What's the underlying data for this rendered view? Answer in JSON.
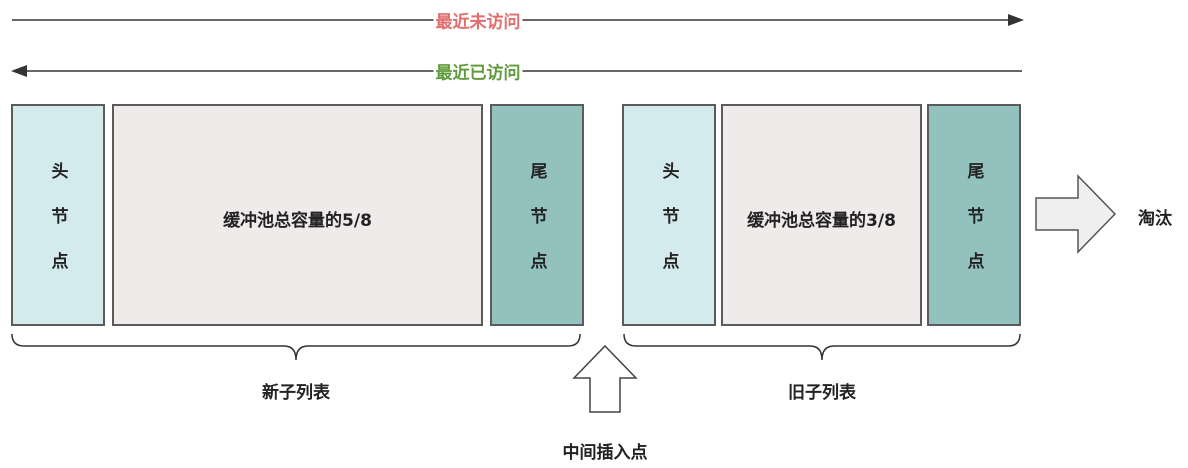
{
  "top_arrows": {
    "unvisited_label": "最近未访问",
    "unvisited_color": "#e36c6c",
    "visited_label": "最近已访问",
    "visited_color": "#5f9b3a"
  },
  "new_list": {
    "head": "头节点",
    "middle": "缓冲池总容量的5/8",
    "tail": "尾节点",
    "label": "新子列表"
  },
  "old_list": {
    "head": "头节点",
    "middle": "缓冲池总容量的3/8",
    "tail": "尾节点",
    "label": "旧子列表"
  },
  "insert_point_label": "中间插入点",
  "evict_label": "淘汰",
  "colors": {
    "head_fill": "#d3ebed",
    "middle_fill": "#efebeb",
    "tail_fill": "#93c2be",
    "arrow_fill": "#efefef",
    "line": "#333333"
  }
}
